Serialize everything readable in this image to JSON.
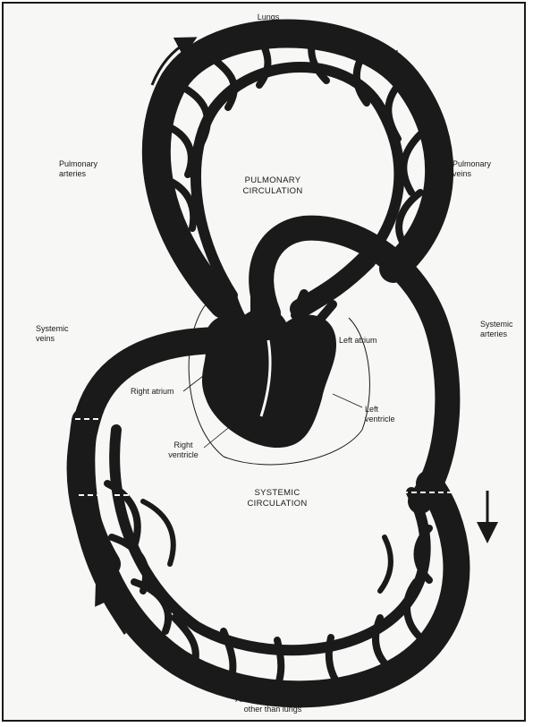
{
  "labels": {
    "lungs": "Lungs",
    "pulmonary_arteries": "Pulmonary\narteries",
    "pulmonary_veins": "Pulmonary\nveins",
    "pulmonary_circulation": "PULMONARY\nCIRCULATION",
    "systemic_veins": "Systemic\nveins",
    "systemic_arteries": "Systemic\narteries",
    "left_atrium": "Left atrium",
    "right_atrium": "Right atrium",
    "left_ventricle": "Left\nventricle",
    "right_ventricle": "Right\nventricle",
    "systemic_circulation": "SYSTEMIC\nCIRCULATION",
    "organs": "All organs and tissue\nother than lungs"
  },
  "colors": {
    "vessel": "#1a1a1a",
    "background": "#f7f7f5"
  },
  "icons": [
    "flow-arrow-icon"
  ]
}
